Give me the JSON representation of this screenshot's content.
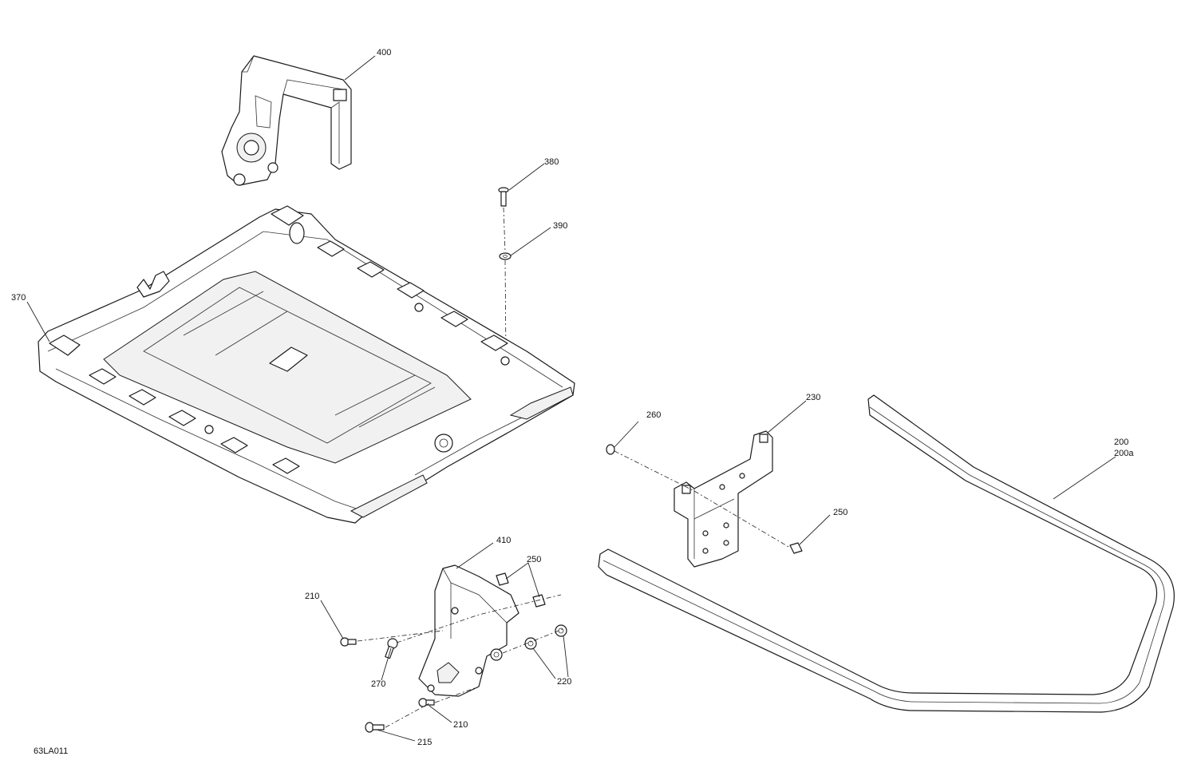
{
  "diagram": {
    "drawing_code": "63LA011",
    "callouts": [
      {
        "id": "c400",
        "label": "400"
      },
      {
        "id": "c380",
        "label": "380"
      },
      {
        "id": "c390",
        "label": "390"
      },
      {
        "id": "c370",
        "label": "370"
      },
      {
        "id": "c260",
        "label": "260"
      },
      {
        "id": "c230",
        "label": "230"
      },
      {
        "id": "c200",
        "label": "200"
      },
      {
        "id": "c200a",
        "label": "200a"
      },
      {
        "id": "c250a",
        "label": "250"
      },
      {
        "id": "c410",
        "label": "410"
      },
      {
        "id": "c250b",
        "label": "250"
      },
      {
        "id": "c210a",
        "label": "210"
      },
      {
        "id": "c270",
        "label": "270"
      },
      {
        "id": "c220",
        "label": "220"
      },
      {
        "id": "c210b",
        "label": "210"
      },
      {
        "id": "c215",
        "label": "215"
      }
    ]
  }
}
